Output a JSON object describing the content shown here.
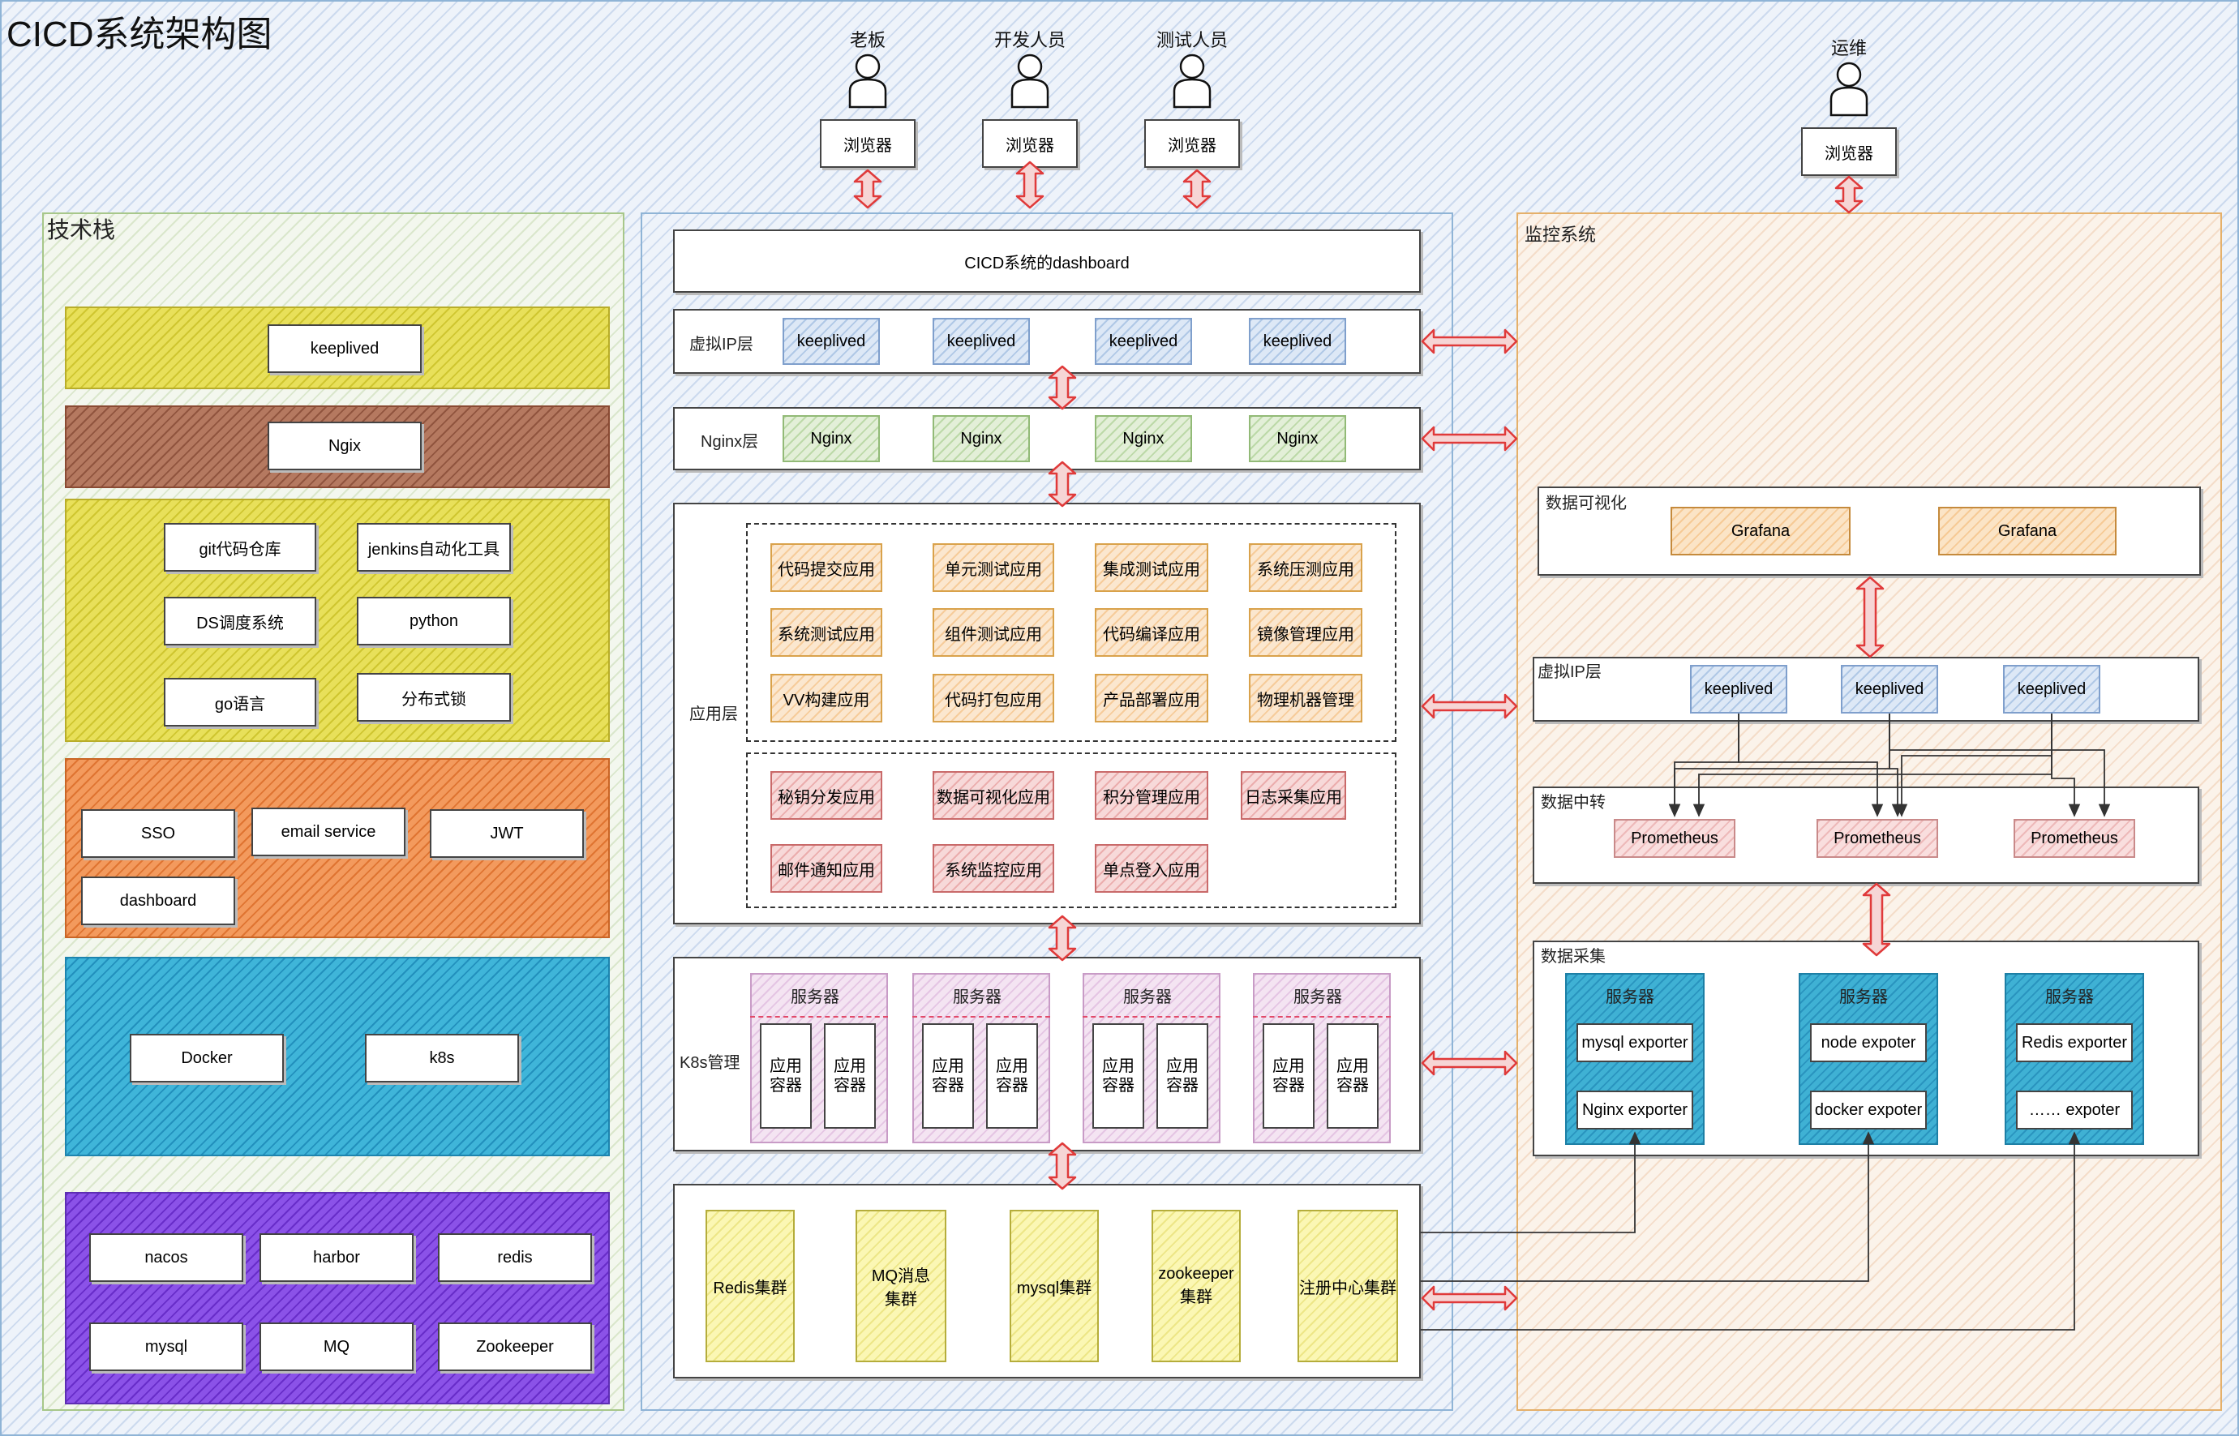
{
  "title": "CICD系统架构图",
  "users": [
    {
      "name": "老板",
      "browser": "浏览器"
    },
    {
      "name": "开发人员",
      "browser": "浏览器"
    },
    {
      "name": "测试人员",
      "browser": "浏览器"
    },
    {
      "name": "运维",
      "browser": "浏览器"
    }
  ],
  "tech": {
    "title": "技术栈",
    "g1": [
      "keeplived"
    ],
    "g2": [
      "Ngix"
    ],
    "g3": [
      "git代码仓库",
      "jenkins自动化工具",
      "DS调度系统",
      "python",
      "go语言",
      "分布式锁"
    ],
    "g4": [
      "SSO",
      "email service",
      "JWT",
      "dashboard"
    ],
    "g5": [
      "Docker",
      "k8s"
    ],
    "g6": [
      "nacos",
      "harbor",
      "redis",
      "mysql",
      "MQ",
      "Zookeeper"
    ]
  },
  "main": {
    "dashboard": "CICD系统的dashboard",
    "vip": {
      "label": "虚拟IP层",
      "items": [
        "keeplived",
        "keeplived",
        "keeplived",
        "keeplived"
      ]
    },
    "nginx": {
      "label": "Nginx层",
      "items": [
        "Nginx",
        "Nginx",
        "Nginx",
        "Nginx"
      ]
    },
    "app": {
      "label": "应用层",
      "orange": [
        "代码提交应用",
        "单元测试应用",
        "集成测试应用",
        "系统压测应用",
        "系统测试应用",
        "组件测试应用",
        "代码编译应用",
        "镜像管理应用",
        "VV构建应用",
        "代码打包应用",
        "产品部署应用",
        "物理机器管理"
      ],
      "red": [
        "秘钥分发应用",
        "数据可视化应用",
        "积分管理应用",
        "日志采集应用",
        "邮件通知应用",
        "系统监控应用",
        "单点登入应用"
      ]
    },
    "k8s": {
      "label": "K8s管理",
      "server": "服务器",
      "container": "应用容器"
    },
    "clusters": [
      "Redis集群",
      "MQ消息集群",
      "mysql集群",
      "zookeeper集群",
      "注册中心集群"
    ]
  },
  "monitor": {
    "title": "监控系统",
    "vis": {
      "label": "数据可视化",
      "items": [
        "Grafana",
        "Grafana"
      ]
    },
    "vip": {
      "label": "虚拟IP层",
      "items": [
        "keeplived",
        "keeplived",
        "keeplived"
      ]
    },
    "relay": {
      "label": "数据中转",
      "items": [
        "Prometheus",
        "Prometheus",
        "Prometheus"
      ]
    },
    "collect": {
      "label": "数据采集",
      "servers": [
        {
          "title": "服务器",
          "items": [
            "mysql exporter",
            "Nginx exporter"
          ]
        },
        {
          "title": "服务器",
          "items": [
            "node expoter",
            "docker expoter"
          ]
        },
        {
          "title": "服务器",
          "items": [
            "Redis exporter",
            "…… expoter"
          ]
        }
      ]
    }
  },
  "colors": {
    "arrow": "#e03a3a",
    "arrow_fill": "#f6d5d5",
    "line": "#333333"
  }
}
